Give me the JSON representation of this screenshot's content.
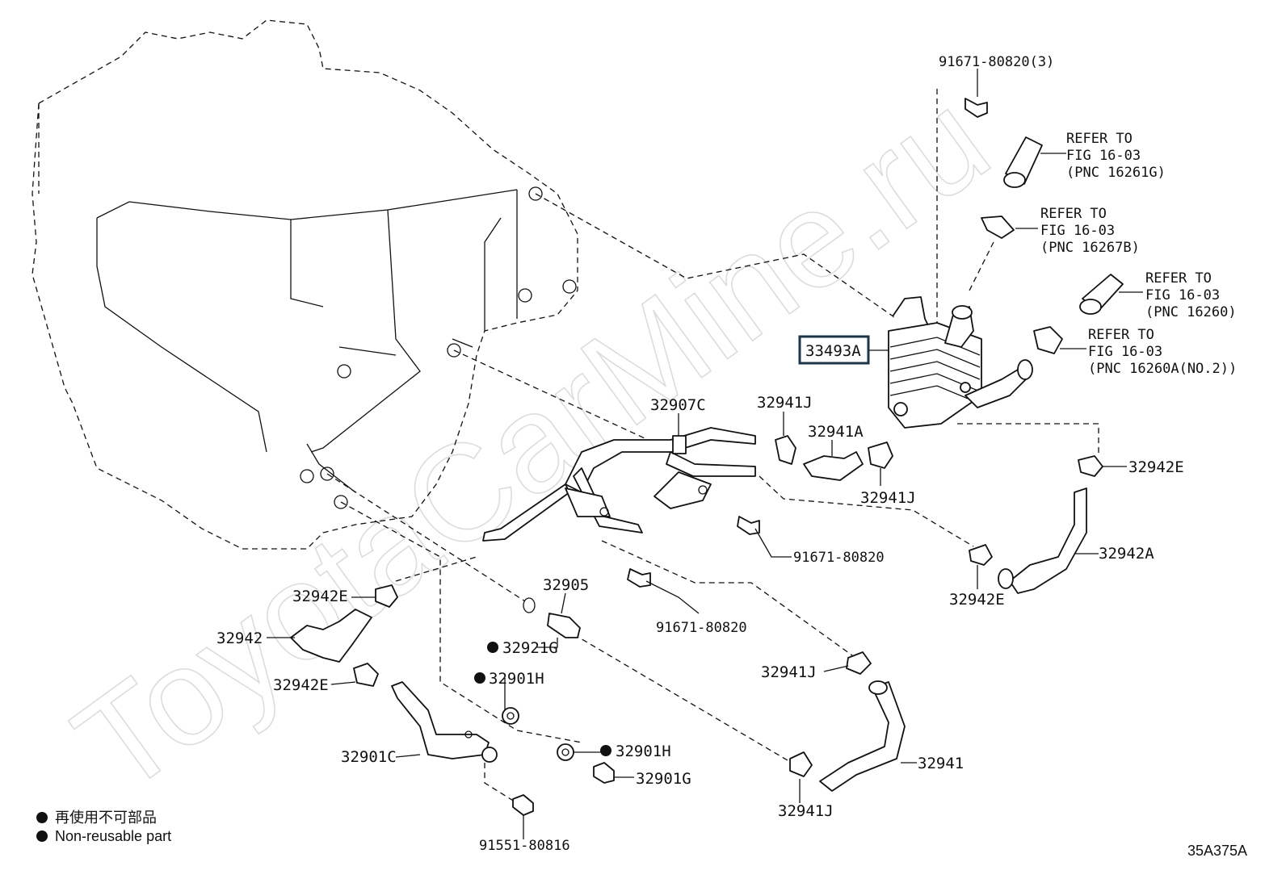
{
  "watermark": "ToyotaCarMine.ru",
  "figure_code": "35A375A",
  "legend": {
    "line_jp": "再使用不可部品",
    "line_en": "Non-reusable part"
  },
  "highlighted_part": "33493A",
  "refer_notes": [
    {
      "line1": "REFER TO",
      "line2": "FIG 16-03",
      "line3": "(PNC 16261G)"
    },
    {
      "line1": "REFER TO",
      "line2": "FIG 16-03",
      "line3": "(PNC 16267B)"
    },
    {
      "line1": "REFER TO",
      "line2": "FIG 16-03",
      "line3": "(PNC 16260)"
    },
    {
      "line1": "REFER TO",
      "line2": "FIG 16-03",
      "line3": "(PNC 16260A(NO.2))"
    }
  ],
  "part_labels": {
    "bolt_top": "91671-80820(3)",
    "pipe_32907c": "32907C",
    "clamp_32941j_a": "32941J",
    "hose_32941a": "32941A",
    "clamp_32941j_b": "32941J",
    "clamp_32942e_right": "32942E",
    "bolt_mid": "91671-80820",
    "hose_32942a": "32942A",
    "clamp_32942e_lower": "32942E",
    "clamp_32942e_left": "32942E",
    "plug_32905": "32905",
    "bolt_low": "91671-80820",
    "hose_32942": "32942",
    "gasket_32921g": "32921G",
    "clamp_32942e_left2": "32942E",
    "gasket_32901h_a": "32901H",
    "clamp_32941j_c": "32941J",
    "pipe_32901c": "32901C",
    "gasket_32901h_b": "32901H",
    "bolt_32901g": "32901G",
    "hose_32941": "32941",
    "clamp_32941j_d": "32941J",
    "bolt_bottom": "91551-80816"
  }
}
